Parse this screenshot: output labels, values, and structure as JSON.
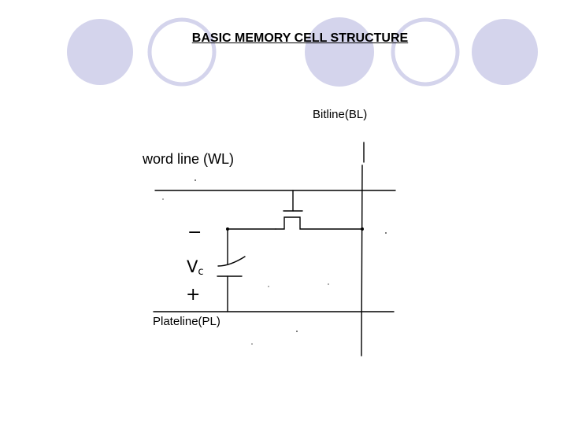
{
  "title": "BASIC MEMORY CELL STRUCTURE",
  "labels": {
    "bitline": "Bitline(BL)",
    "word_line": "word line (WL)",
    "plateline": "Plateline(PL)",
    "vc_main": "V",
    "vc_sub": "c",
    "minus_sign": "−",
    "plus_sign": "+"
  },
  "colors": {
    "circle_fill": "#d4d4ec",
    "circle_outline": "#d4d4ec",
    "line": "#000000"
  }
}
